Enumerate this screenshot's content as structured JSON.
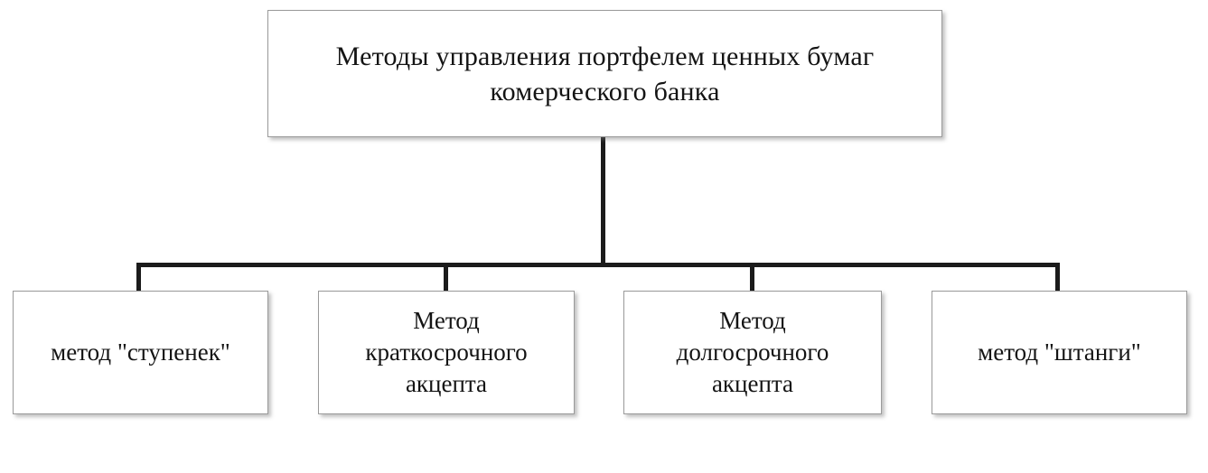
{
  "diagram": {
    "type": "hierarchy-tree",
    "orientation": "top-down",
    "levels": 2,
    "colors": {
      "box_fill": "#ffffff",
      "box_border": "#9a9a9a",
      "connector": "#1b1b1b",
      "text": "#141414",
      "background": "#ffffff"
    },
    "root": {
      "label": "Методы управления портфелем ценных бумаг\nкомерческого банка"
    },
    "children": [
      {
        "label": "метод \"ступенек\""
      },
      {
        "label": "Метод\nкраткосрочного\nакцепта"
      },
      {
        "label": "Метод\nдолгосрочного\nакцепта"
      },
      {
        "label": "метод \"штанги\""
      }
    ]
  }
}
